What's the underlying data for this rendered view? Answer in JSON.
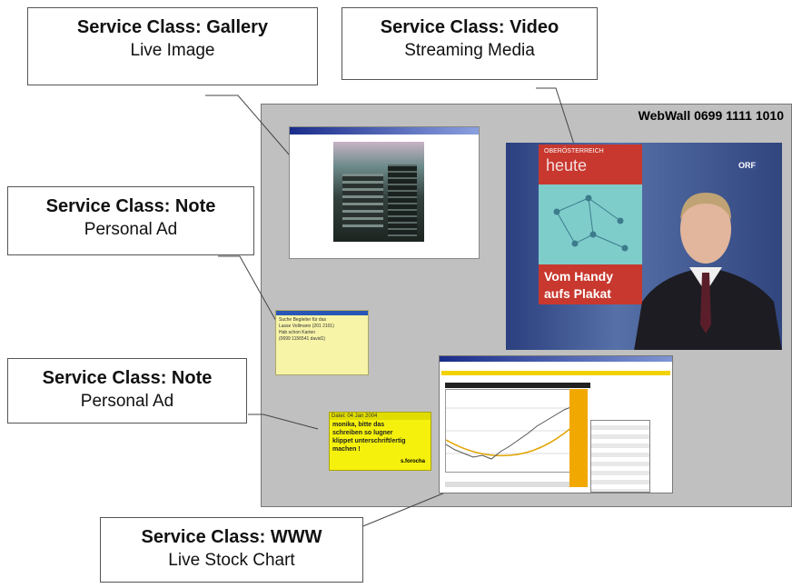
{
  "wall": {
    "title": "WebWall 0699 1111 1010"
  },
  "callouts": {
    "gallery": {
      "title": "Service Class: Gallery",
      "subtitle": "Live Image"
    },
    "video": {
      "title": "Service Class: Video",
      "subtitle": "Streaming Media"
    },
    "note1": {
      "title": "Service Class: Note",
      "subtitle": "Personal Ad"
    },
    "note2": {
      "title": "Service Class: Note",
      "subtitle": "Personal Ad"
    },
    "www": {
      "title": "Service Class: WWW",
      "subtitle": "Live Stock Chart"
    }
  },
  "video": {
    "channel_small": "OBERÖSTERREICH",
    "channel_big": "heute",
    "headline_1": "Vom Handy",
    "headline_2": "aufs Plakat",
    "logo": "ORF"
  },
  "note1": {
    "lines": [
      "Suche Begleiter für das",
      "Lasse Vollmann (201 2101)",
      "Hab schon Karten",
      "(0699 1156541 david1)"
    ]
  },
  "note2": {
    "header": "Datei: 04 Jan 2004",
    "lines": [
      "monika, bitte das",
      "schreiben so lugner",
      "klippet unterschrift/ertig",
      "machen !"
    ],
    "signature": "s.forocha"
  },
  "colors": {
    "wall_bg": "#c0c0c0",
    "note2_bg": "#f5f10c",
    "video_red": "#c8382e"
  }
}
